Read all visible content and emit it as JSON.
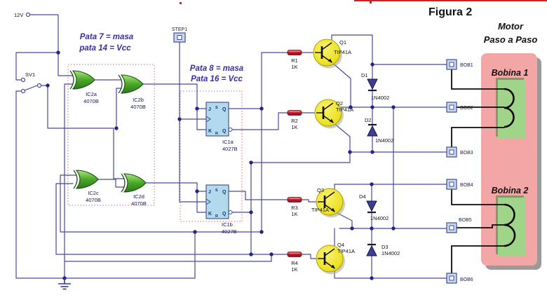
{
  "title": "Figura 2",
  "notes": {
    "ic2_line1": "Pata 7 = masa",
    "ic2_line2": "pata 14 = Vcc",
    "ic1_line1": "Pata 8 = masa",
    "ic1_line2": "Pata 16 = Vcc"
  },
  "power": {
    "supply": "12V",
    "switch": "SV1",
    "step": "STEP1"
  },
  "gates": [
    {
      "id": "IC2a",
      "part": "4070B"
    },
    {
      "id": "IC2b",
      "part": "4070B"
    },
    {
      "id": "IC2c",
      "part": "4070B"
    },
    {
      "id": "IC2d",
      "part": "4070B"
    }
  ],
  "flipflops": [
    {
      "id": "IC1a",
      "part": "4027B"
    },
    {
      "id": "IC1b",
      "part": "4027B"
    }
  ],
  "ff_pins": {
    "j": "J",
    "s": "S",
    "q": "Q",
    "k": "K",
    "r": "R",
    "qbar": "Q"
  },
  "resistors": [
    {
      "id": "R1",
      "value": "1K"
    },
    {
      "id": "R2",
      "value": "1K"
    },
    {
      "id": "R3",
      "value": "1K"
    },
    {
      "id": "R4",
      "value": "1K"
    }
  ],
  "transistors": [
    {
      "id": "Q1",
      "part": "TIP41A"
    },
    {
      "id": "Q2",
      "part": "TIP41A"
    },
    {
      "id": "Q3",
      "part": "TIP41A"
    },
    {
      "id": "Q4",
      "part": "TIP41A"
    }
  ],
  "diodes": [
    {
      "id": "D1",
      "part": "1N4002"
    },
    {
      "id": "D2",
      "part": "1N4002"
    },
    {
      "id": "D3",
      "part": "1N4002"
    },
    {
      "id": "D4",
      "part": "1N4002"
    }
  ],
  "connectors": [
    {
      "id": "BOB1"
    },
    {
      "id": "BOB2"
    },
    {
      "id": "BOB3"
    },
    {
      "id": "BOB4"
    },
    {
      "id": "BOB5"
    },
    {
      "id": "BOB6"
    }
  ],
  "motor": {
    "line1": "Motor",
    "line2": "Paso a Paso",
    "coil1": "Bobina 1",
    "coil2": "Bobina 2"
  },
  "colors": {
    "wire": "#4a4a96",
    "gate_green": "#52b52e",
    "ff_blue": "#b2d9ec",
    "resistor_red": "#c41f30",
    "transistor_yellow": "#ece226",
    "diode_purple": "#3d3d94",
    "motor_pink": "#f2a6a6",
    "coil_green": "#9fd48a",
    "note_blue": "#3a2da0",
    "dotted_red": "#e06868",
    "top_line_red": "#cc2222"
  }
}
